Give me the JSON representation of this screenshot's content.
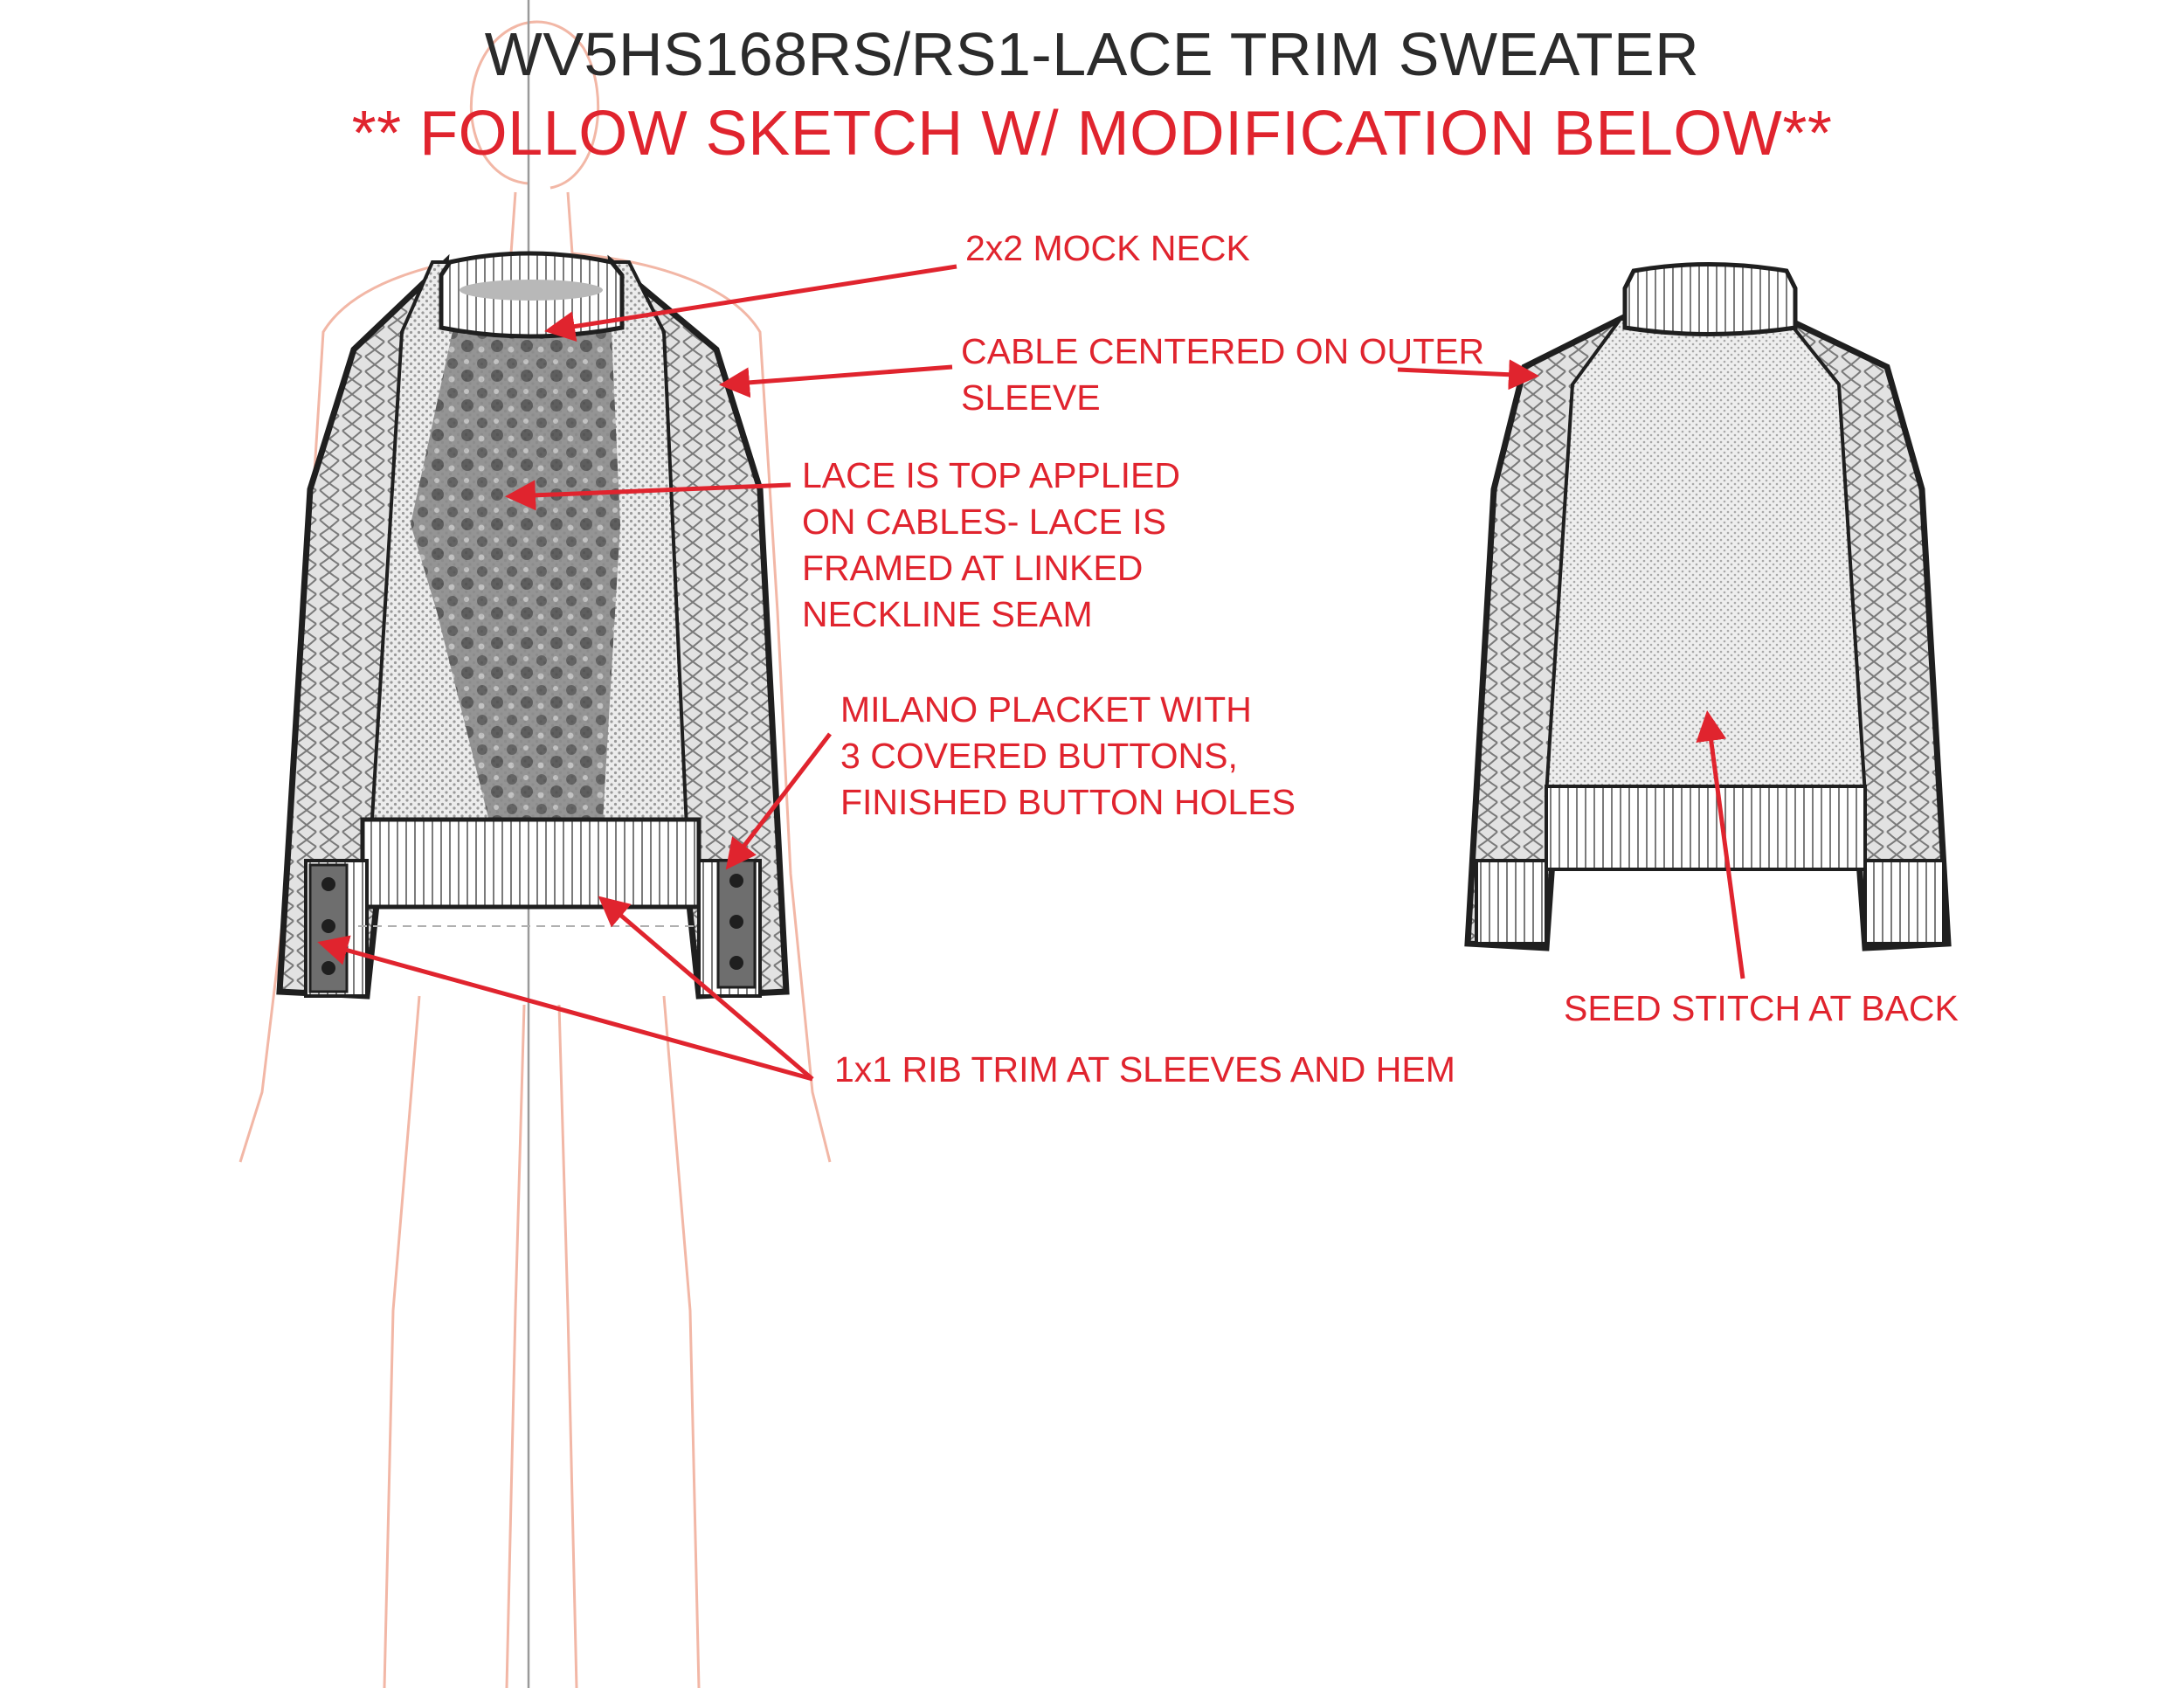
{
  "header": {
    "title": "WV5HS168RS/RS1-LACE TRIM SWEATER",
    "subtitle": "** FOLLOW SKETCH W/ MODIFICATION BELOW**"
  },
  "callouts": {
    "mock_neck": [
      "2x2 MOCK NECK"
    ],
    "cable": [
      "CABLE CENTERED ON OUTER",
      "SLEEVE"
    ],
    "lace": [
      "LACE IS TOP APPLIED",
      "ON CABLES- LACE IS",
      "FRAMED AT LINKED",
      "NECKLINE SEAM"
    ],
    "placket": [
      "MILANO PLACKET WITH",
      "3 COVERED BUTTONS,",
      "FINISHED BUTTON HOLES"
    ],
    "rib": [
      "1x1 RIB TRIM AT SLEEVES AND HEM"
    ],
    "seed": [
      "SEED STITCH AT BACK"
    ]
  },
  "colors": {
    "annotation": "#e0242e",
    "title": "#2b2b2b",
    "croquis": "#f2b7a6",
    "outline": "#1f1f1f",
    "knit": "#d9d9d9",
    "lace": "#6e6e6e"
  }
}
